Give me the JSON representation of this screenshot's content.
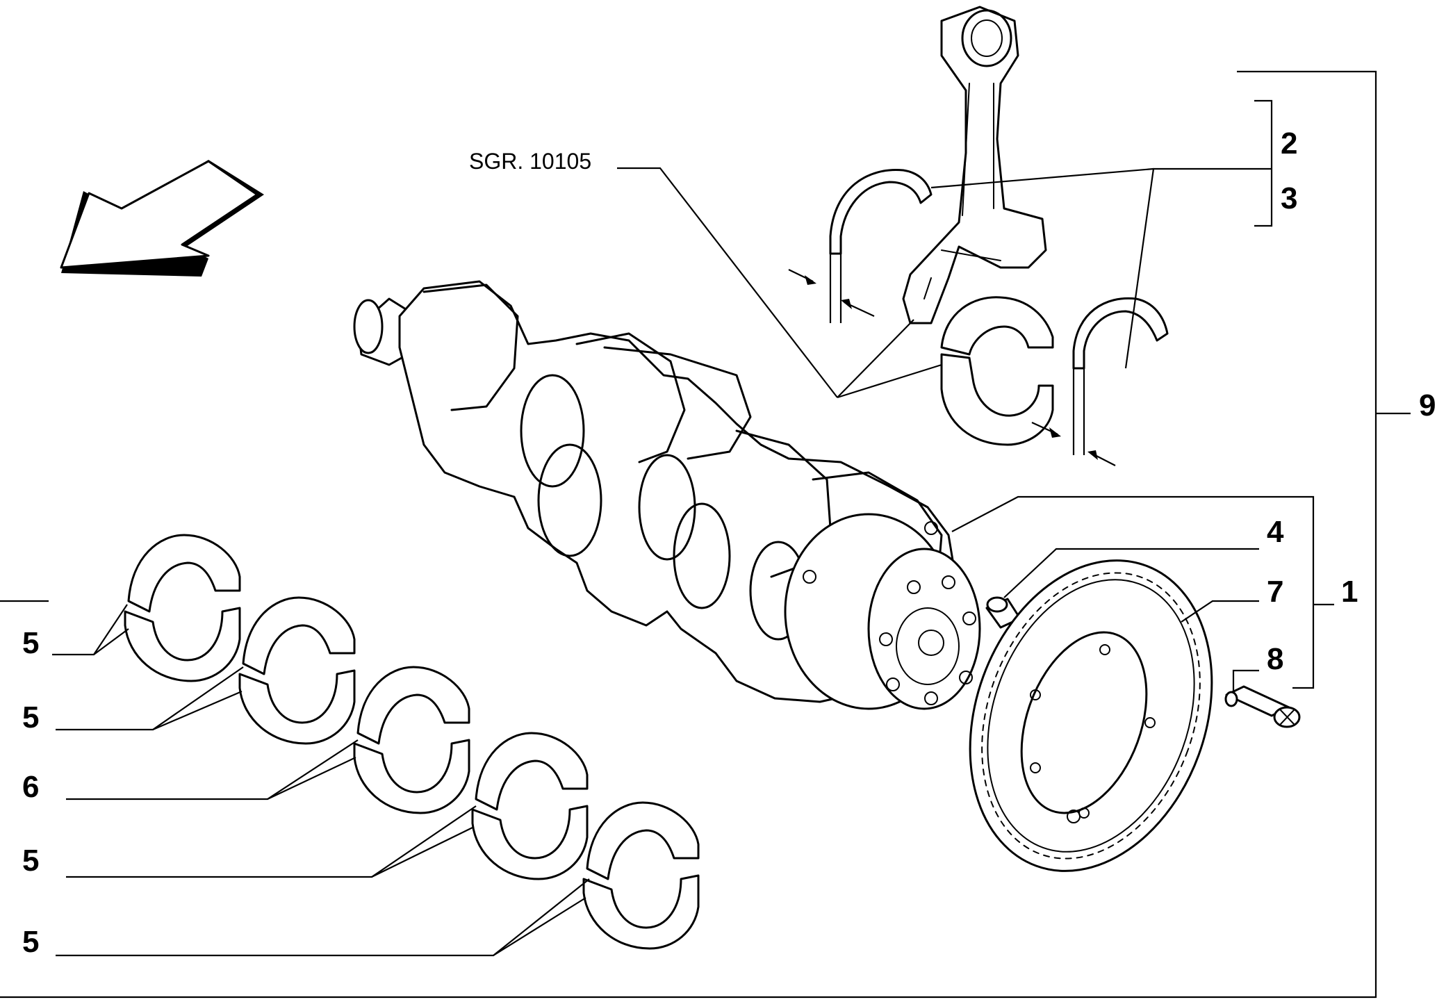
{
  "diagram": {
    "reference_label": "SGR. 10105",
    "callouts": {
      "c1": "1",
      "c2": "2",
      "c3": "3",
      "c4": "4",
      "c5a": "5",
      "c5b": "5",
      "c6": "6",
      "c5c": "5",
      "c5d": "5",
      "c7": "7",
      "c8": "8",
      "c9": "9"
    }
  }
}
